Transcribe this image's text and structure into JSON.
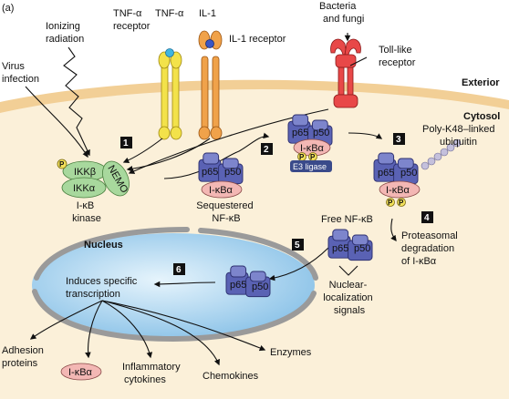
{
  "panel_label": "(a)",
  "regions": {
    "exterior": "Exterior",
    "cytosol": "Cytosol",
    "nucleus": "Nucleus"
  },
  "stimuli": {
    "virus_infection": [
      "Virus",
      "infection"
    ],
    "ionizing_radiation": [
      "Ionizing",
      "radiation"
    ],
    "tnf_alpha": "TNF-α",
    "tnf_receptor": [
      "TNF-α",
      "receptor"
    ],
    "il1": "IL-1",
    "il1_receptor": "IL-1 receptor",
    "bacteria_fungi": [
      "Bacteria",
      "and fungi"
    ],
    "toll_like_receptor": [
      "Toll-like",
      "receptor"
    ]
  },
  "kinase": {
    "ikk_beta": "IKKβ",
    "ikk_alpha": "IKKα",
    "nemo": "NEMO",
    "label": [
      "I-κB",
      "kinase"
    ]
  },
  "proteins": {
    "p65": "p65",
    "p50": "p50",
    "ikba": "I-κBα",
    "e3": "E3 ligase",
    "p": "P"
  },
  "labels": {
    "sequestered": [
      "Sequestered",
      "NF-κB"
    ],
    "ubiquitin": [
      "Poly-K48–linked",
      "ubiquitin"
    ],
    "degradation": [
      "Proteasomal",
      "degradation",
      "of I-κBα"
    ],
    "free_nfkb": "Free NF-κB",
    "nls": [
      "Nuclear-",
      "localization",
      "signals"
    ],
    "transcription": [
      "Induces specific",
      "transcription"
    ],
    "adhesion": [
      "Adhesion",
      "proteins"
    ],
    "inflammatory": [
      "Inflammatory",
      "cytokines"
    ],
    "chemokines": "Chemokines",
    "enzymes": "Enzymes"
  },
  "steps": [
    "1",
    "2",
    "3",
    "4",
    "5",
    "6"
  ],
  "colors": {
    "membrane": "#f2cf96",
    "cytosol": "#fbf0d9",
    "nucleus": "#aed6f0",
    "envelope": "#9a9a9a",
    "subunit": "#5a62b4",
    "ikba": "#f3b7b4",
    "ikk": "#a8d89d",
    "e3": "#3a4a8a",
    "phosphate": "#f2e05a",
    "ubiquitin": "#c4c0dc",
    "tnf_receptor": "#f3e24a",
    "il1_receptor": "#f0a24a",
    "toll_receptor": "#e84848",
    "step_box": "#111111"
  }
}
